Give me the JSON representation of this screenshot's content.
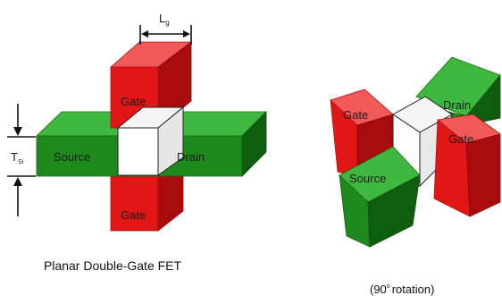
{
  "labels": {
    "planar": {
      "gate_top": "Gate",
      "gate_bottom": "Gate",
      "source": "Source",
      "drain": "Drain",
      "lg_main": "L",
      "lg_sub": "g",
      "tsi_main": "T",
      "tsi_sub": "Si"
    },
    "rotated": {
      "gate_left": "Gate",
      "gate_right": "Gate",
      "source": "Source",
      "drain": "Drain"
    }
  },
  "captions": {
    "left": "Planar Double-Gate FET",
    "right_open": "(90",
    "right_degree": "o",
    "right_close": "rotation)"
  },
  "colors": {
    "green_front": "#1e8a1e",
    "green_top": "#3fb83f",
    "green_side": "#0f5e0f",
    "red_front": "#e21616",
    "red_top": "#f25a5a",
    "red_side": "#a80c0c",
    "channel": "#ffffff",
    "line": "#111111"
  }
}
